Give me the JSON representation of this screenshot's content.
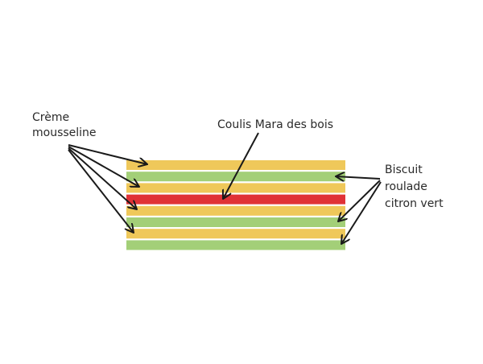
{
  "labels": {
    "creme_line1": "Crème",
    "creme_line2": "mousseline",
    "coulis": "Coulis Mara des bois",
    "biscuit_line1": "Biscuit",
    "biscuit_line2": "roulade",
    "biscuit_line3": "citron vert"
  },
  "layers": [
    {
      "name": "creme",
      "color": "#efc85a"
    },
    {
      "name": "biscuit",
      "color": "#a3cf78"
    },
    {
      "name": "creme",
      "color": "#efc85a"
    },
    {
      "name": "coulis",
      "color": "#e03236"
    },
    {
      "name": "creme",
      "color": "#efc85a"
    },
    {
      "name": "biscuit",
      "color": "#a3cf78"
    },
    {
      "name": "creme",
      "color": "#efc85a"
    },
    {
      "name": "biscuit",
      "color": "#a3cf78"
    }
  ],
  "colors": {
    "arrow": "#1a1a1a"
  }
}
